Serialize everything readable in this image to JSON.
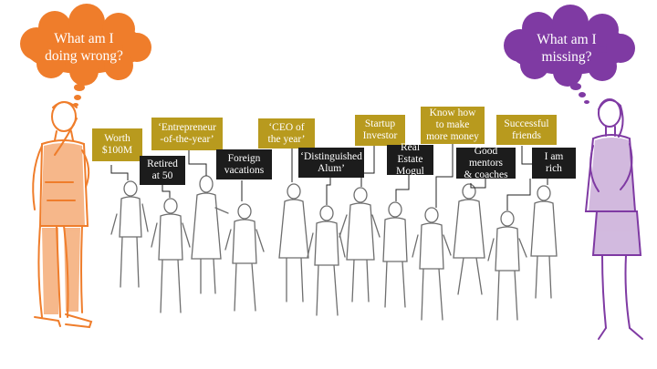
{
  "thought_left": "What am I\ndoing wrong?",
  "thought_right": "What am I\nmissing?",
  "labels": {
    "worth": "Worth\n$100M",
    "entrepreneur": "‘Entrepreneur\n-of-the-year’",
    "ceo": "‘CEO of\nthe year’",
    "startup": "Startup\nInvestor",
    "know_how": "Know how\nto make\nmore money",
    "successful": "Successful\nfriends",
    "retired": "Retired\nat 50",
    "foreign": "Foreign\nvacations",
    "alum": "‘Distinguished\nAlum’",
    "real_estate": "Real Estate\nMogul",
    "mentors": "Good mentors\n& coaches",
    "rich": "I am\nrich"
  },
  "colors": {
    "orange": "#ef7d2b",
    "purple": "#7f3aa3",
    "gold": "#b89a1e",
    "dark": "#1c1c1c",
    "sketch": "#555555"
  }
}
